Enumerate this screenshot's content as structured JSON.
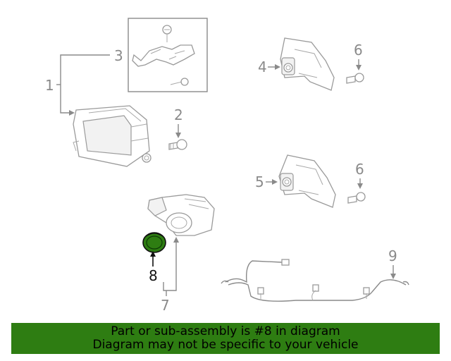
{
  "diagram": {
    "callouts": [
      "1",
      "2",
      "3",
      "4",
      "5",
      "6",
      "6",
      "7",
      "8",
      "9"
    ],
    "highlighted_part": "8",
    "highlight_color": "#2e7d12",
    "line_color": "#8a8a8a"
  },
  "banner": {
    "line1": "Part or sub-assembly is #8 in diagram",
    "line2": "Diagram may not be specific to your vehicle",
    "background": "#2e7d12"
  }
}
